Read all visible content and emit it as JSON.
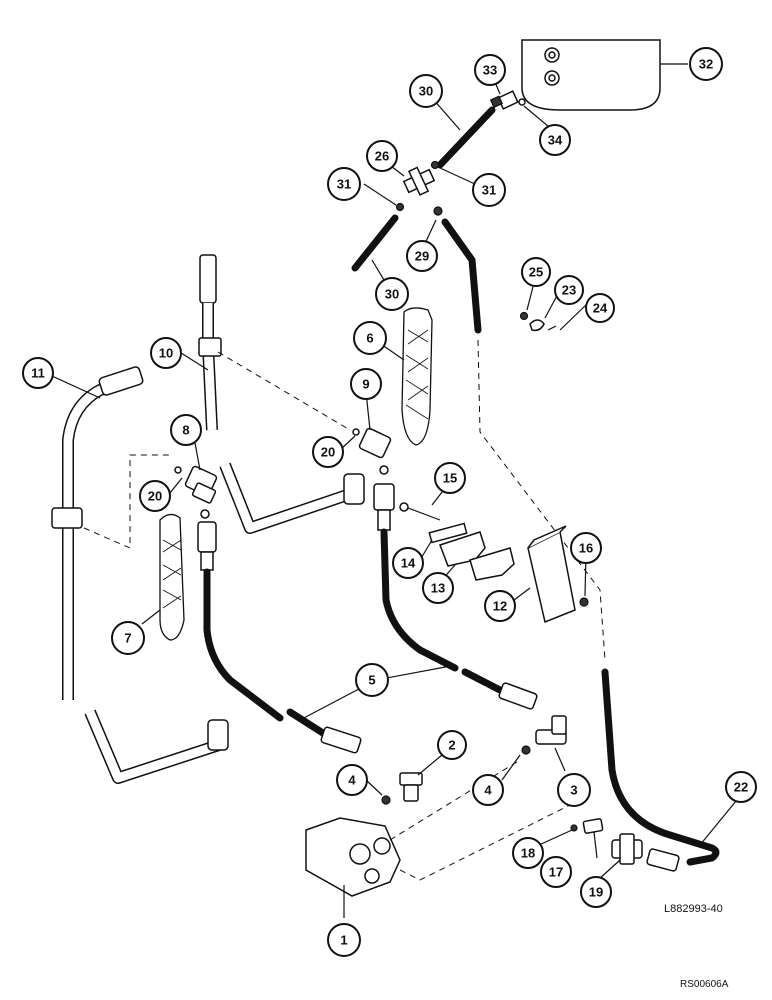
{
  "diagram": {
    "callouts": {
      "c1": "1",
      "c2": "2",
      "c3": "3",
      "c4a": "4",
      "c4b": "4",
      "c5": "5",
      "c6": "6",
      "c7": "7",
      "c8": "8",
      "c9": "9",
      "c10": "10",
      "c11": "11",
      "c12": "12",
      "c13": "13",
      "c14": "14",
      "c15": "15",
      "c16": "16",
      "c17": "17",
      "c18": "18",
      "c19": "19",
      "c20a": "20",
      "c20b": "20",
      "c22": "22",
      "c23": "23",
      "c24": "24",
      "c25": "25",
      "c26": "26",
      "c29": "29",
      "c30a": "30",
      "c30b": "30",
      "c31a": "31",
      "c31b": "31",
      "c32": "32",
      "c33": "33",
      "c34": "34"
    },
    "drawing_number": "L882993-40",
    "sheet_reference": "RS00606A"
  }
}
